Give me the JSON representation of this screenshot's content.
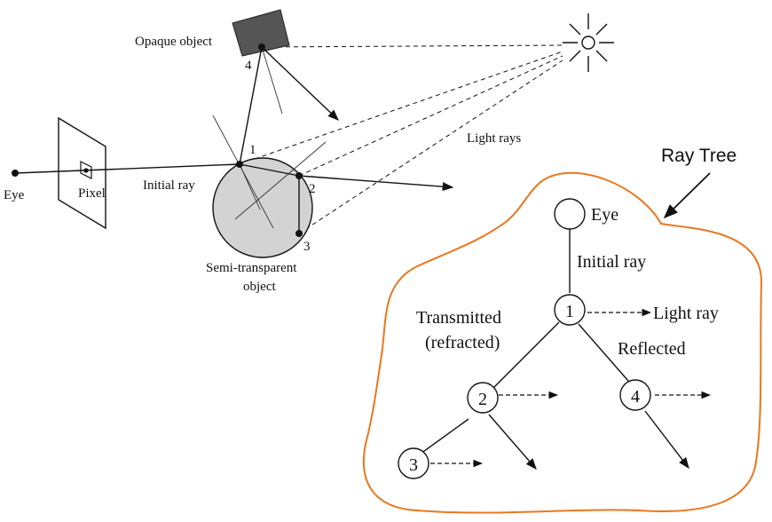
{
  "scene": {
    "opaque_label": "Opaque object",
    "eye_label": "Eye",
    "pixel_label": "Pixel",
    "initial_ray_label": "Initial ray",
    "light_rays_label": "Light rays",
    "semi_label_line1": "Semi-transparent",
    "semi_label_line2": "object",
    "point1": "1",
    "point2": "2",
    "point3": "3",
    "point4": "4"
  },
  "tree": {
    "title": "Ray Tree",
    "eye_label": "Eye",
    "initial_ray_label": "Initial ray",
    "light_ray_label": "Light ray",
    "transmitted_line1": "Transmitted",
    "transmitted_line2": "(refracted)",
    "reflected_label": "Reflected",
    "node1": "1",
    "node2": "2",
    "node3": "3",
    "node4": "4"
  },
  "colors": {
    "outline_accent": "#e8781e",
    "sphere_fill": "#d3d3d3",
    "opaque_fill": "#555555"
  }
}
